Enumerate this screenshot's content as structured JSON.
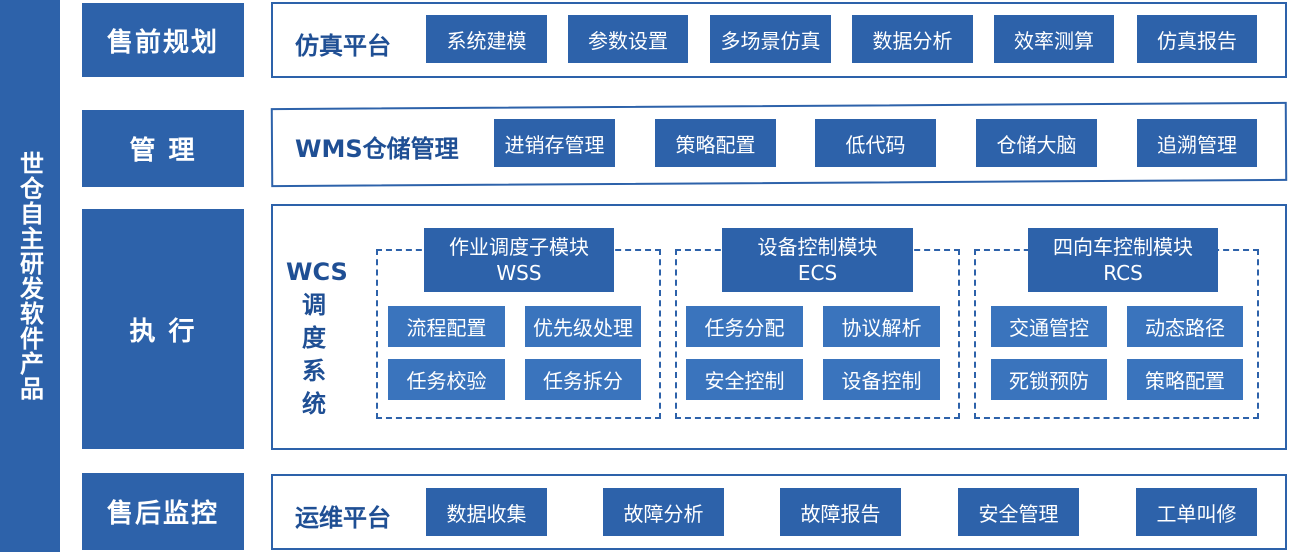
{
  "side_title": "世仓自主研发软件产品",
  "rows": {
    "presale": {
      "category": "售前规划",
      "title": "仿真平台",
      "buttons": [
        "系统建模",
        "参数设置",
        "多场景仿真",
        "数据分析",
        "效率测算",
        "仿真报告"
      ]
    },
    "manage": {
      "category": "管 理",
      "title": "WMS仓储管理",
      "buttons": [
        "进销存管理",
        "策略配置",
        "低代码",
        "仓储大脑",
        "追溯管理"
      ]
    },
    "exec": {
      "category": "执 行",
      "title_chars": [
        "WCS",
        "调",
        "度",
        "系",
        "统"
      ],
      "modules": [
        {
          "name": "作业调度子模块",
          "abbr": "WSS",
          "items": [
            "流程配置",
            "优先级处理",
            "任务校验",
            "任务拆分"
          ]
        },
        {
          "name": "设备控制模块",
          "abbr": "ECS",
          "items": [
            "任务分配",
            "协议解析",
            "安全控制",
            "设备控制"
          ]
        },
        {
          "name": "四向车控制模块",
          "abbr": "RCS",
          "items": [
            "交通管控",
            "动态路径",
            "死锁预防",
            "策略配置"
          ]
        }
      ]
    },
    "aftersale": {
      "category": "售后监控",
      "title": "运维平台",
      "buttons": [
        "数据收集",
        "故障分析",
        "故障报告",
        "安全管理",
        "工单叫修"
      ]
    }
  }
}
